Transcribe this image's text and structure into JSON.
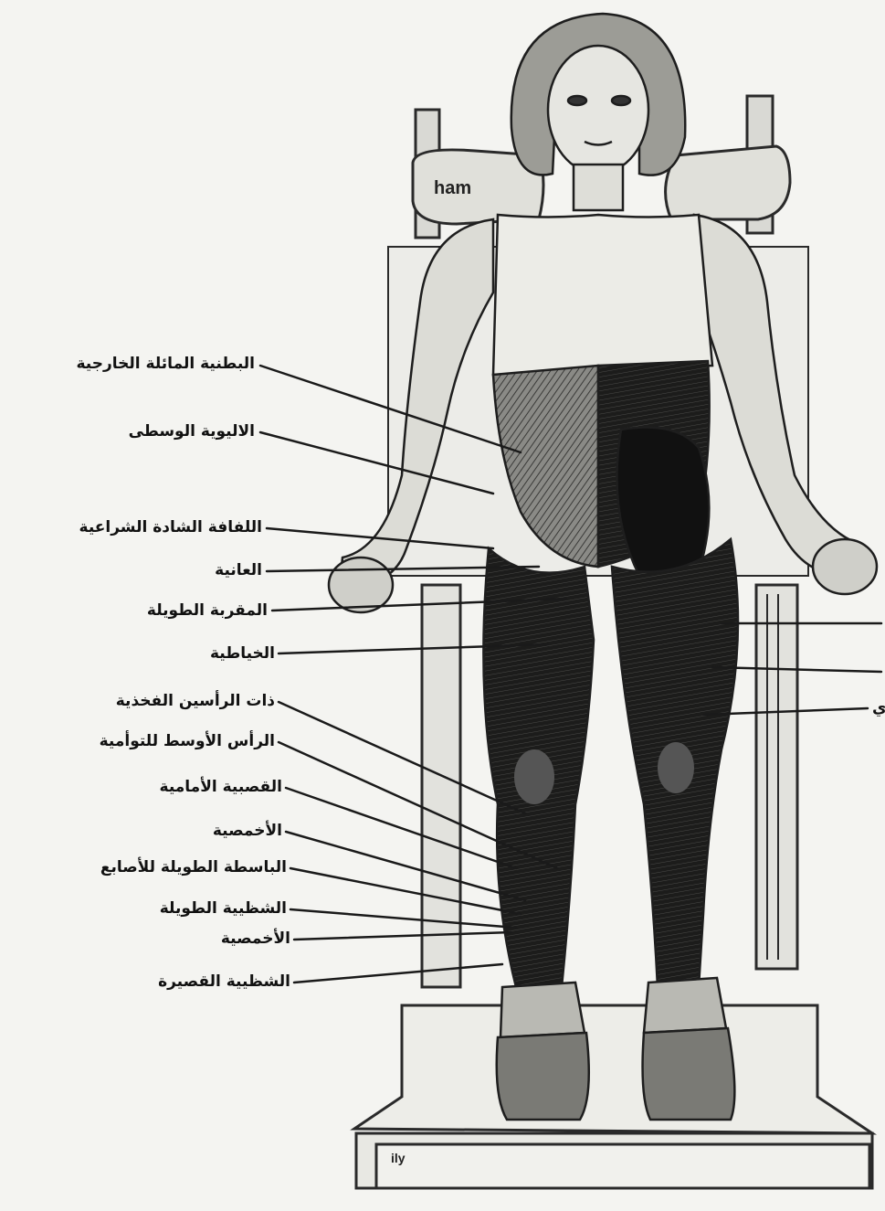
{
  "labels": [
    "البطنية المائلة الخارجية",
    "الاليوية الوسطى",
    "اللفافة الشادة الشراعية",
    "العانية",
    "المقربة الطويلة",
    "الخياطية",
    "ذات الرأسين الفخذية",
    "الرأس الأوسط للتوأمية",
    "القصبية الأمامية",
    "الأخمصية",
    "الباسطة الطويلة للأصابع",
    "الشظيية الطويلة",
    "الأخمصية",
    "الشظيية القصيرة"
  ],
  "right_edge_label": "ي",
  "machine": {
    "pad_text": "ham",
    "base_text": "ily"
  }
}
